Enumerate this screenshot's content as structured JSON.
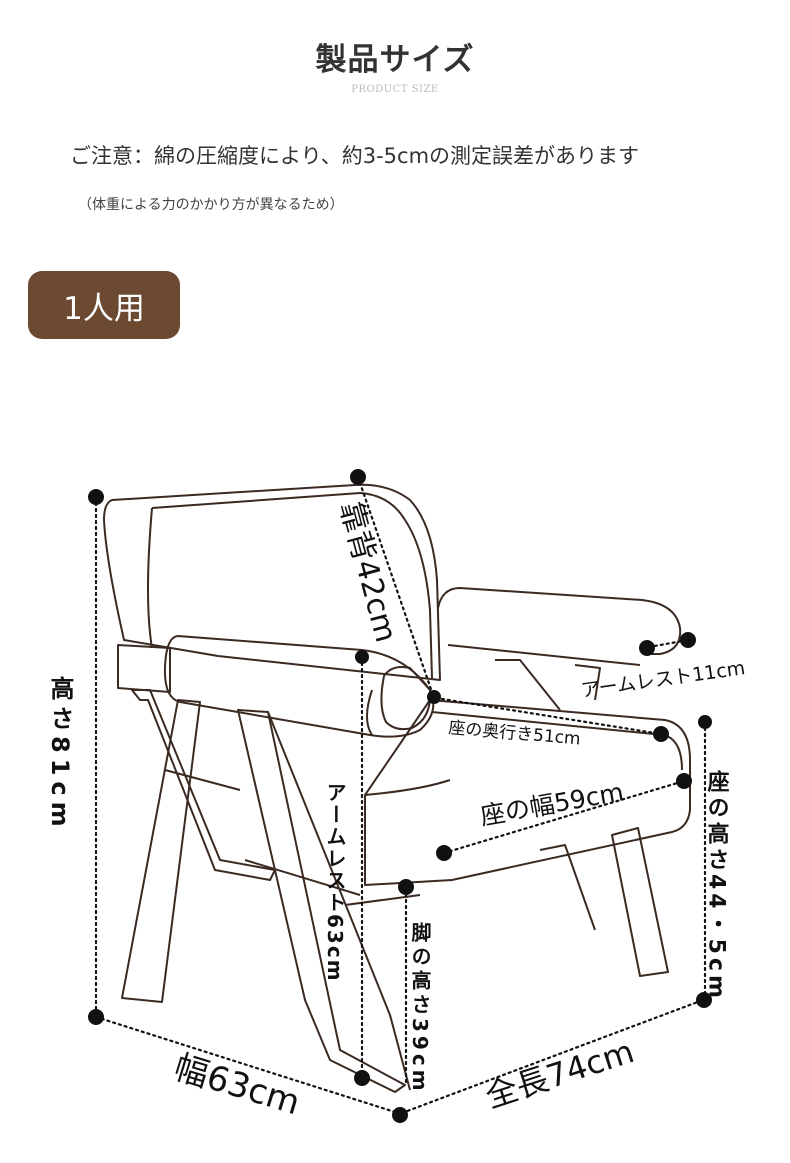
{
  "header": {
    "title": "製品サイズ",
    "subtitle": "PRODUCT SIZE",
    "notice": "ご注意：綿の圧縮度により、約3-5cmの測定誤差があります",
    "note": "（体重による力のかかり方が異なるため）"
  },
  "badge": {
    "label": "1人用"
  },
  "dimensions": {
    "height": "高さ81cm",
    "backrest": "靠背42cm",
    "armrest_width": "アームレスト11cm",
    "seat_depth": "座の奥行き51cm",
    "seat_width": "座の幅59cm",
    "armrest_height": "アームレスト63cm",
    "leg_height": "脚の高さ39cm",
    "seat_height": "座の高さ44・5cm",
    "width": "幅63cm",
    "length": "全長74cm"
  },
  "colors": {
    "badge": "#6b4a31",
    "line": "#3a2a22",
    "dots": "#111111"
  }
}
